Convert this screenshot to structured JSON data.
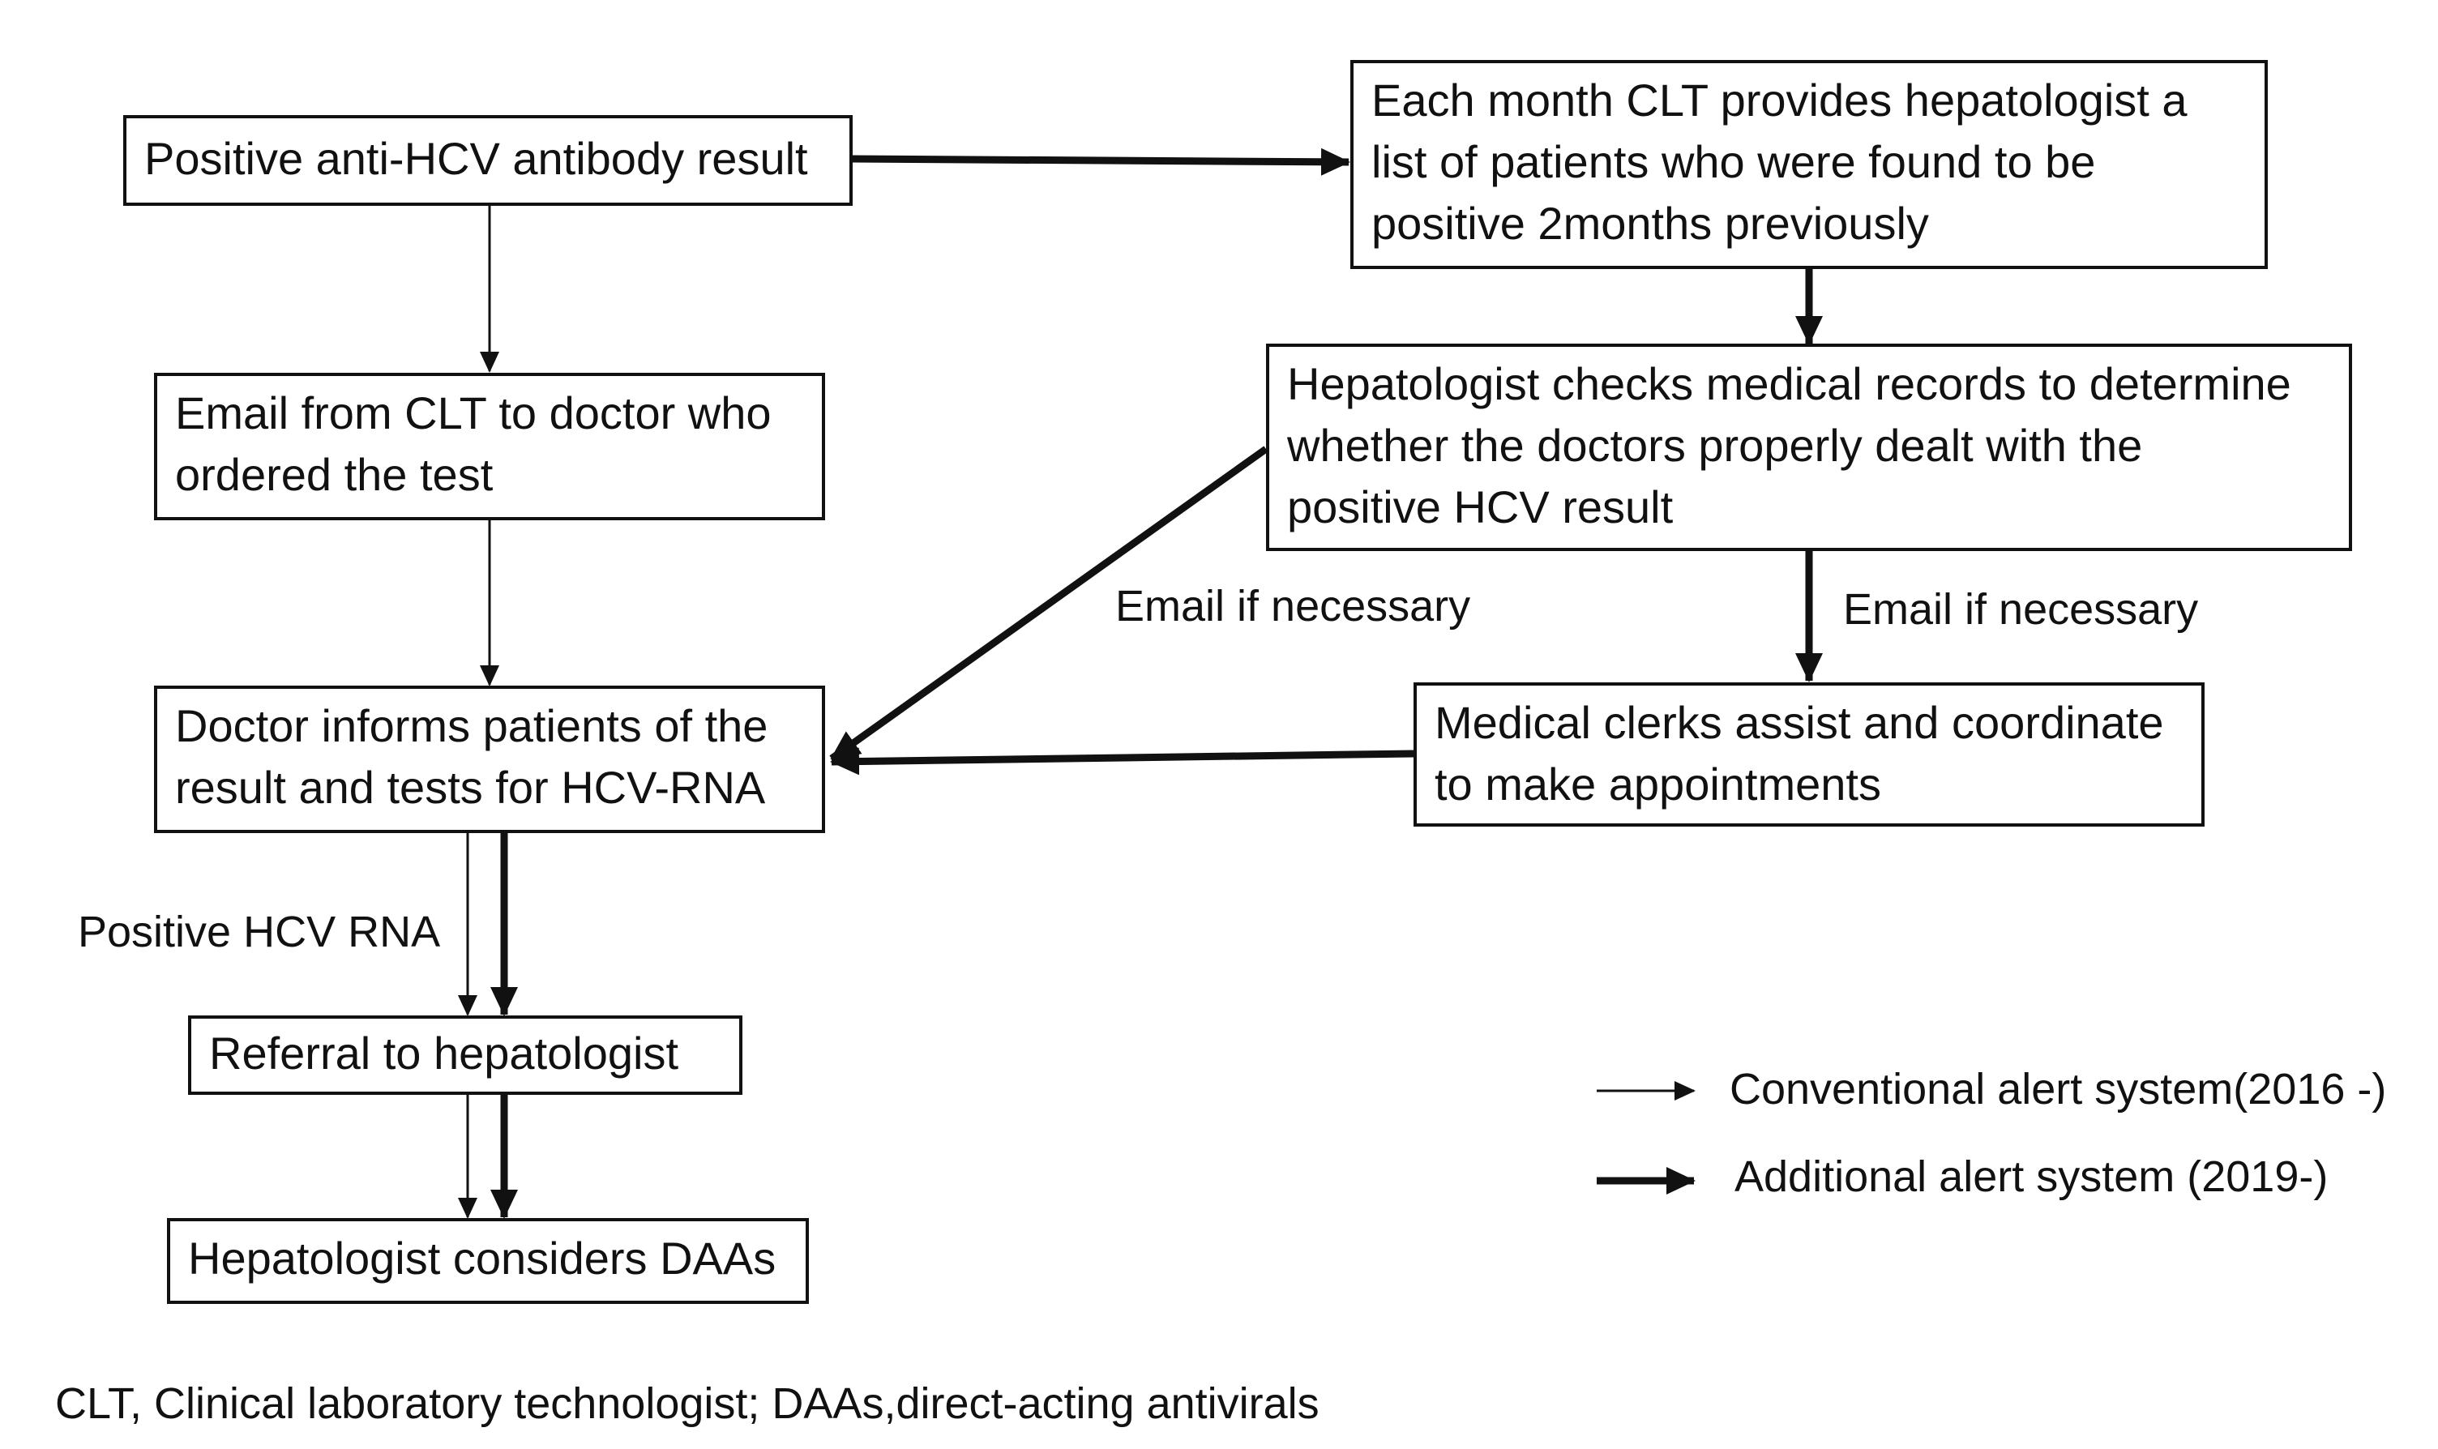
{
  "nodes": {
    "positive_antibody": {
      "lines": [
        "Positive anti-HCV antibody result"
      ]
    },
    "email_clt": {
      "lines": [
        "Email from CLT to doctor who",
        "ordered the test"
      ]
    },
    "doctor_informs": {
      "lines": [
        "Doctor informs patients of the",
        "result and tests for HCV-RNA"
      ]
    },
    "referral": {
      "lines": [
        "Referral to hepatologist"
      ]
    },
    "considers_daas": {
      "lines": [
        "Hepatologist considers DAAs"
      ]
    },
    "monthly_list": {
      "lines": [
        "Each month CLT provides hepatologist a",
        "list of patients who were found to be",
        "positive 2months previously"
      ]
    },
    "checks_records": {
      "lines": [
        "Hepatologist checks medical records to determine",
        "whether the doctors properly dealt with the",
        "positive HCV result"
      ]
    },
    "medical_clerks": {
      "lines": [
        "Medical clerks assist and coordinate",
        "to make appointments"
      ]
    }
  },
  "edge_labels": {
    "email_left": "Email if necessary",
    "email_right": "Email if necessary",
    "positive_rna": "Positive HCV RNA"
  },
  "legend": {
    "conventional": "Conventional alert system(2016 -)",
    "additional": "Additional alert system (2019-)"
  },
  "footnote": "CLT, Clinical laboratory technologist; DAAs,direct-acting antivirals",
  "colors": {
    "stroke": "#111111",
    "background": "#ffffff"
  }
}
